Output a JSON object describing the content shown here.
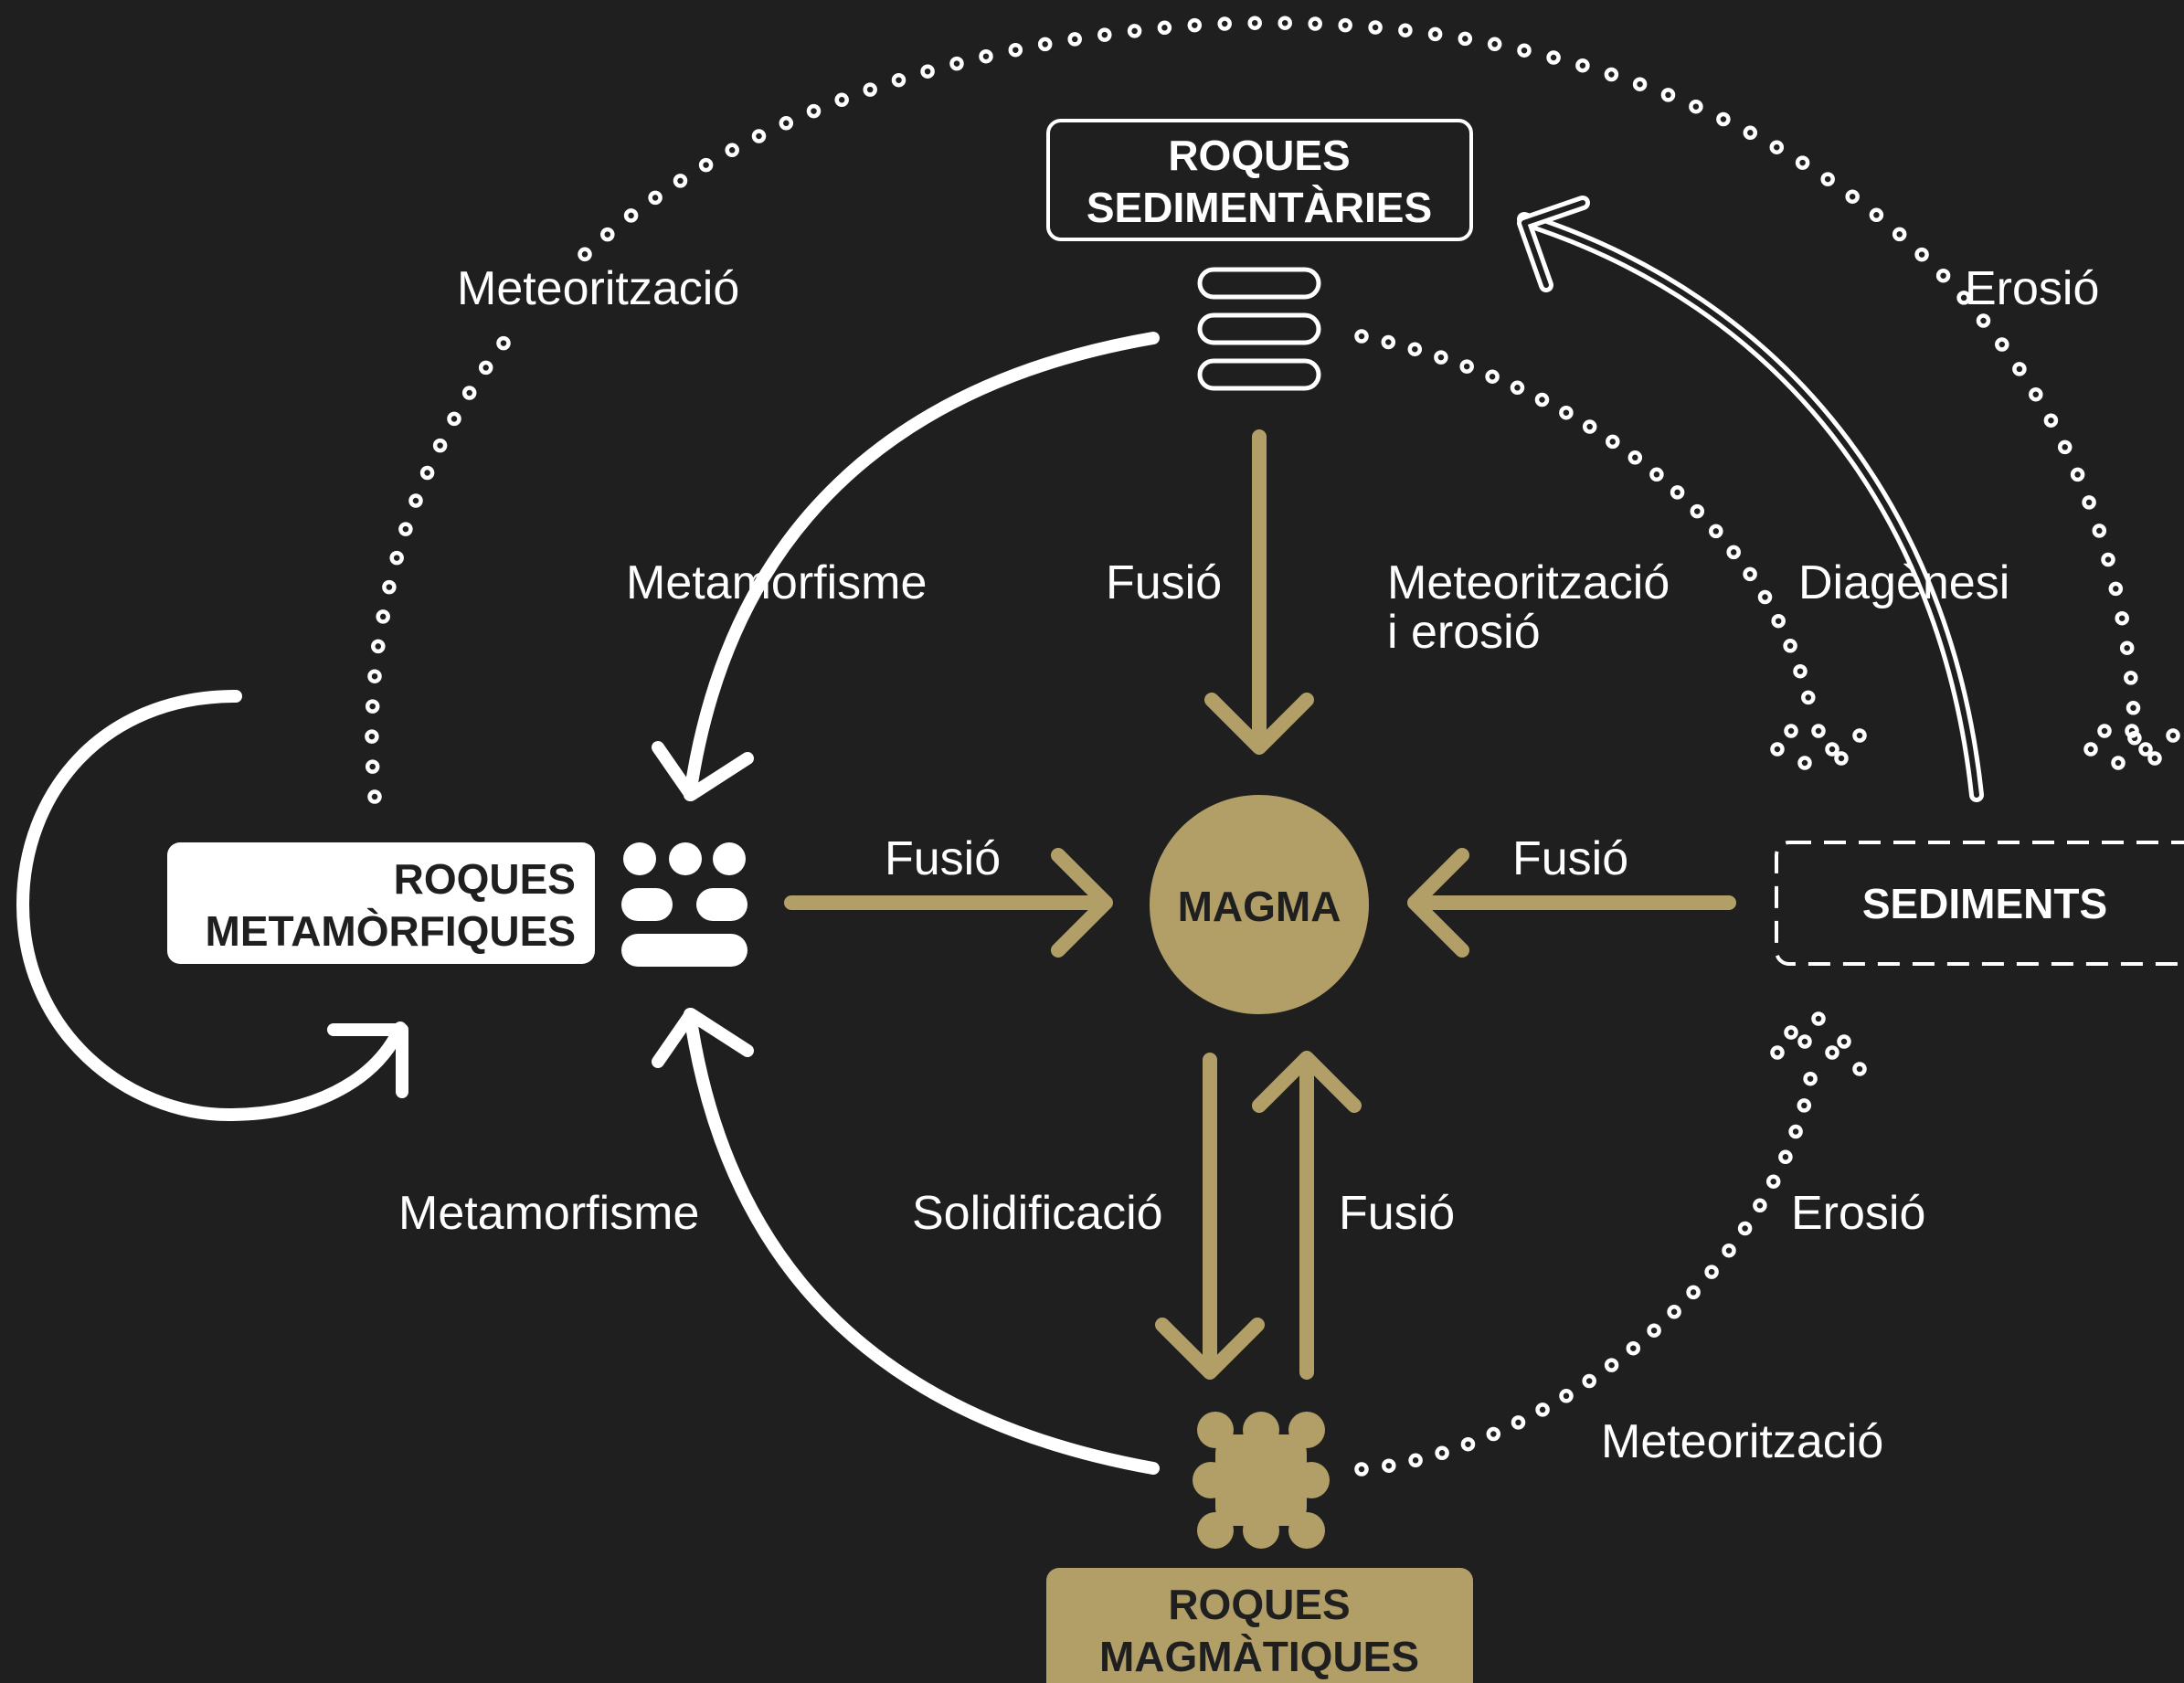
{
  "colors": {
    "background": "#1f1f1f",
    "white": "#ffffff",
    "gold": "#b29f68",
    "dark_text": "#1f1f1f"
  },
  "nodes": {
    "sedimentary": {
      "line1": "ROQUES",
      "line2": "SEDIMENTÀRIES",
      "icon": "layered-strata-icon"
    },
    "metamorphic": {
      "line1": "ROQUES",
      "line2": "METAMÒRFIQUES",
      "icon": "foliated-grains-icon"
    },
    "magmatic": {
      "line1": "ROQUES",
      "line2": "MAGMÀTIQUES",
      "icon": "crystal-blob-icon"
    },
    "magma": {
      "label": "MAGMA"
    },
    "sediments": {
      "label": "SEDIMENTS"
    }
  },
  "labels": {
    "weathering_outer_left": "Meteorització",
    "erosion_outer_right": "Erosió",
    "metamorphism_upper": "Metamorfisme",
    "fusion_from_sedimentary": "Fusió",
    "weathering_erosion_line1": "Meteorització",
    "weathering_erosion_line2": "i erosió",
    "diagenesis": "Diagènesi",
    "fusion_from_metamorphic": "Fusió",
    "fusion_from_sediments": "Fusió",
    "metamorphism_lower": "Metamorfisme",
    "solidification": "Solidificació",
    "fusion_from_magmatic": "Fusió",
    "erosion_lower_right": "Erosió",
    "weathering_lower_right": "Meteorització"
  }
}
